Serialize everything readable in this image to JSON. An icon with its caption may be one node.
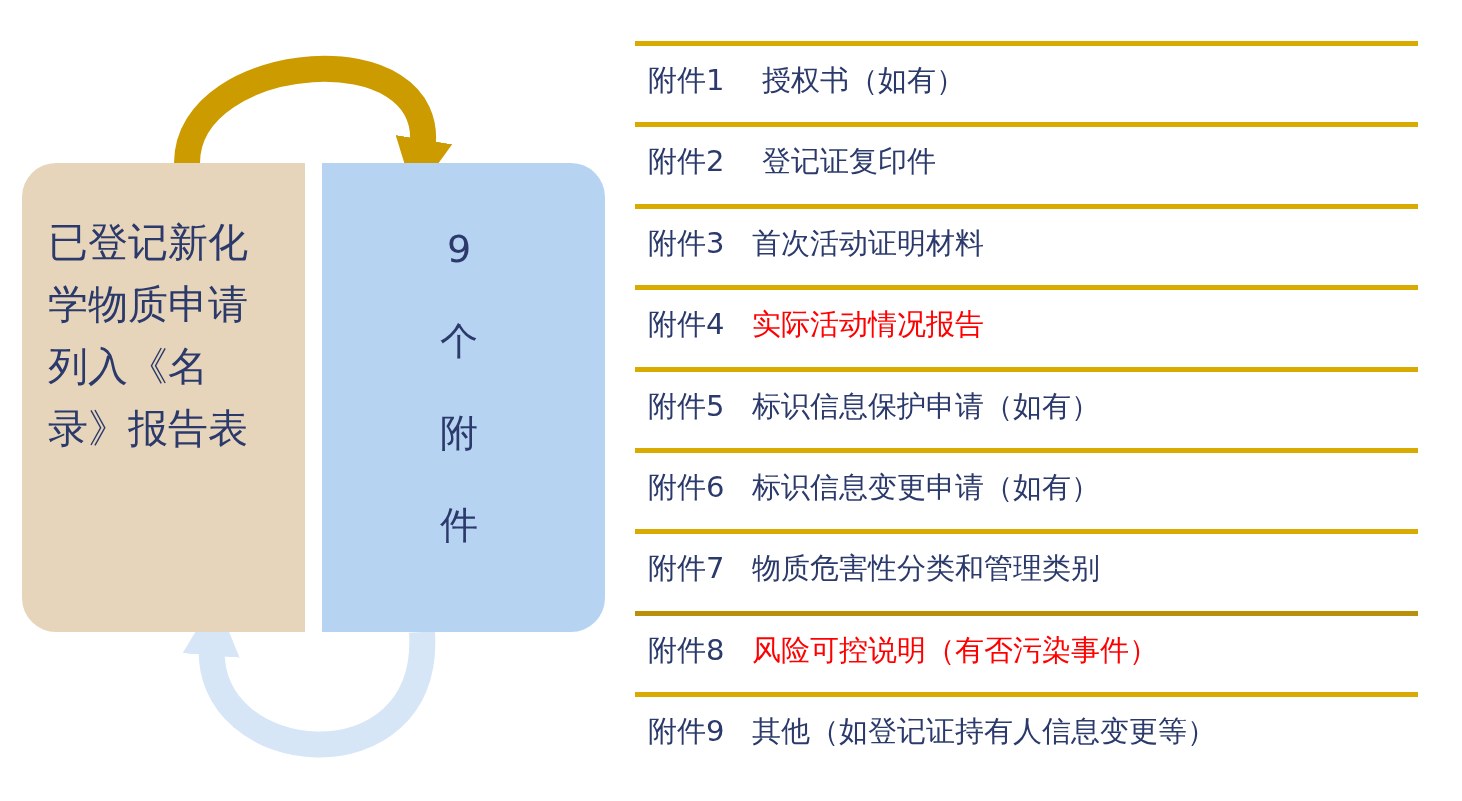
{
  "diagram": {
    "nodes": [
      {
        "text": [
          "已登记新化学物质申请列入《名录》报告表"
        ]
      },
      {
        "text": [
          "9个附件"
        ]
      }
    ],
    "edges": [
      {
        "from": 0,
        "to": 1,
        "arrow": "to",
        "color": "#cc9b00"
      },
      {
        "from": 1,
        "to": 0,
        "arrow": "to",
        "color": "#d6e6f7"
      }
    ],
    "labels": [
      "附件1",
      "授权书（如有）",
      "附件2",
      "登记证复印件",
      "附件3",
      "首次活动证明材料",
      "附件4",
      "实际活动情况报告",
      "附件5",
      "标识信息保护申请（如有）",
      "附件6",
      "标识信息变更申请（如有）",
      "附件7",
      "物质危害性分类和管理类别",
      "附件8",
      "风险可控说明（有否污染事件）",
      "附件9",
      "其他（如登记证持有人信息变更等）"
    ]
  }
}
